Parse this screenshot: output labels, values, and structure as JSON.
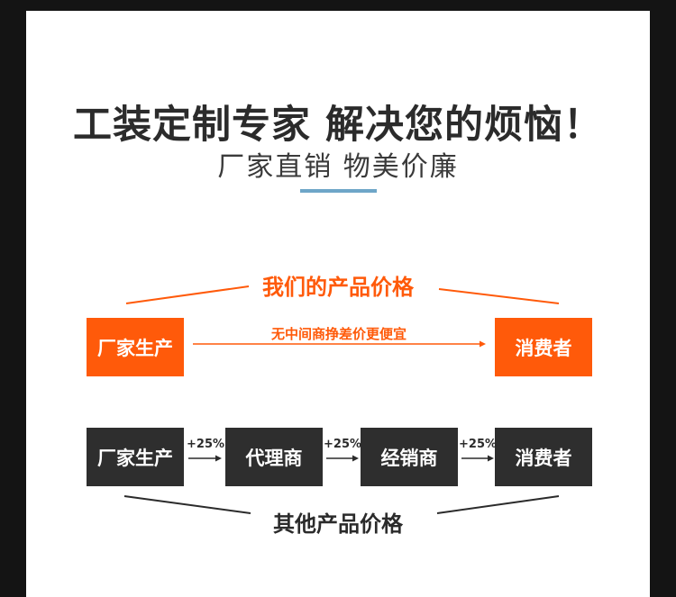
{
  "header": {
    "title": "工装定制专家 解决您的烦恼！",
    "subtitle": "厂家直销 物美价廉"
  },
  "our_price": {
    "heading": "我们的产品价格",
    "from": "厂家生产",
    "to": "消费者",
    "note": "无中间商挣差价更便宜"
  },
  "other_price": {
    "heading": "其他产品价格",
    "steps": [
      "厂家生产",
      "代理商",
      "经销商",
      "消费者"
    ],
    "markups": [
      "+25%",
      "+25%",
      "+25%"
    ]
  },
  "colors": {
    "accent": "#ff5a0a",
    "dark_box": "#2e2e2e",
    "divider": "#6ea6c8",
    "background": "#141414"
  }
}
